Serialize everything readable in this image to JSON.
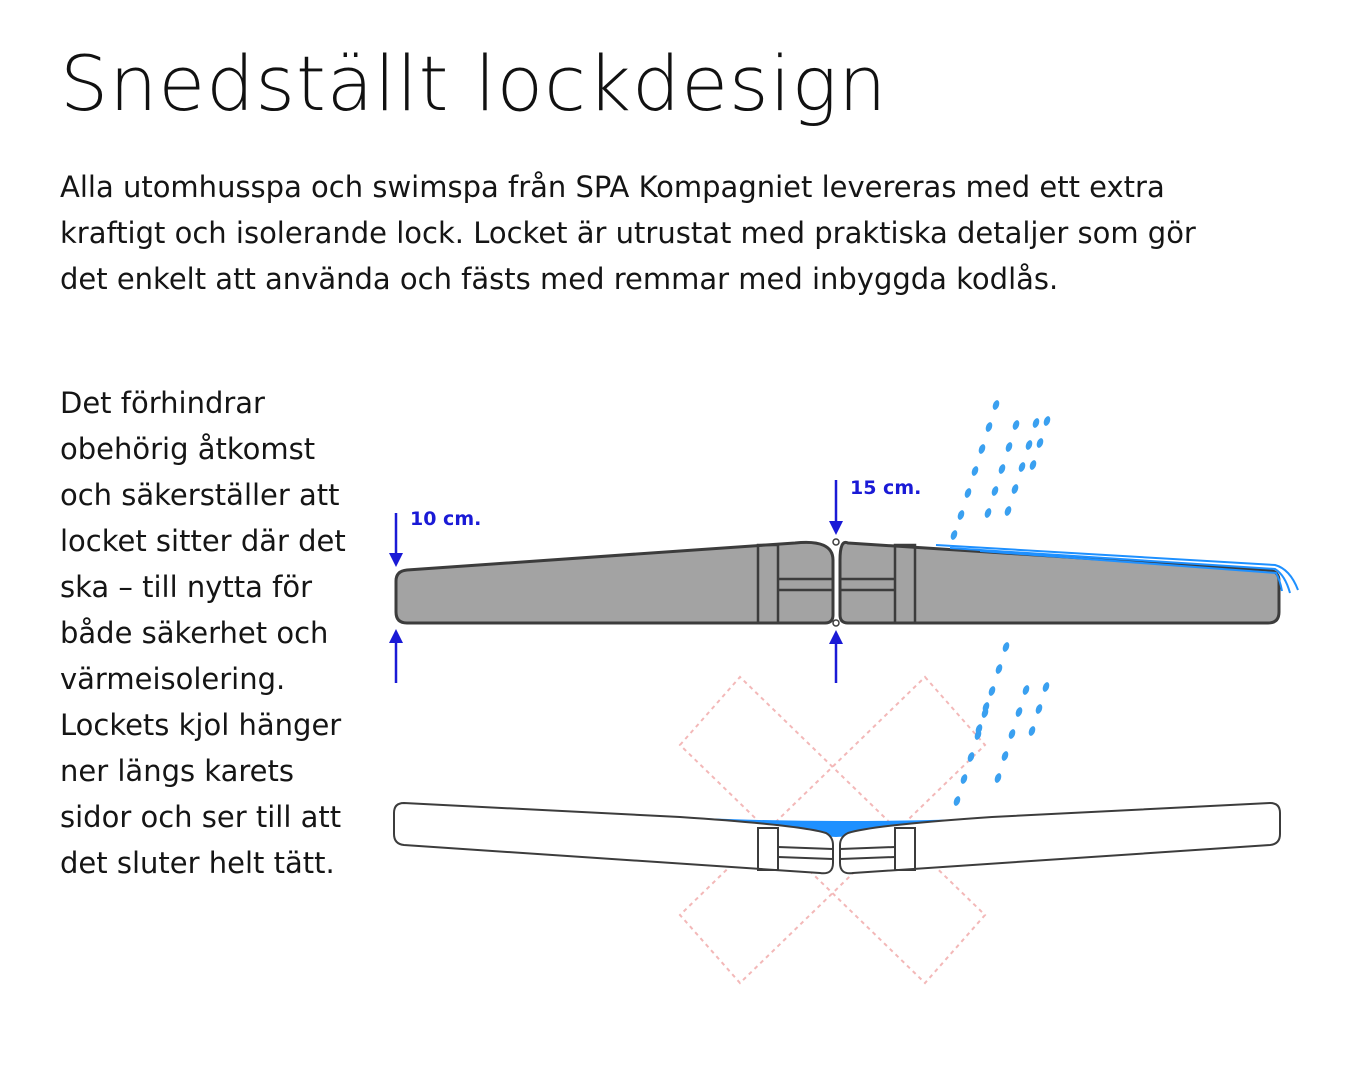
{
  "page": {
    "title": "Snedställt lockdesign",
    "intro": "Alla utomhusspa och swimspa från SPA Kompagniet levereras med ett extra kraftigt och isolerande lock. Locket är utrustat med praktiska detaljer som gör det enkelt att använda och fästs med remmar med inbyggda kodlås.",
    "side_text": "Det förhindrar obehörig åtkomst och säkerställer att locket sitter där det ska – till nytta för både säkerhet och värmeisolering. Lockets kjol hänger ner längs karets sidor och ser till att det sluter helt tätt."
  },
  "diagram": {
    "edge_label": "10 cm.",
    "center_label": "15 cm.",
    "colors": {
      "lid_fill": "#a3a3a3",
      "lid_stroke": "#3c3c3c",
      "arrow": "#1a1ad6",
      "water": "#1e90ff",
      "rain": "#3aa0f0",
      "cross": "#f3b8b8"
    }
  }
}
